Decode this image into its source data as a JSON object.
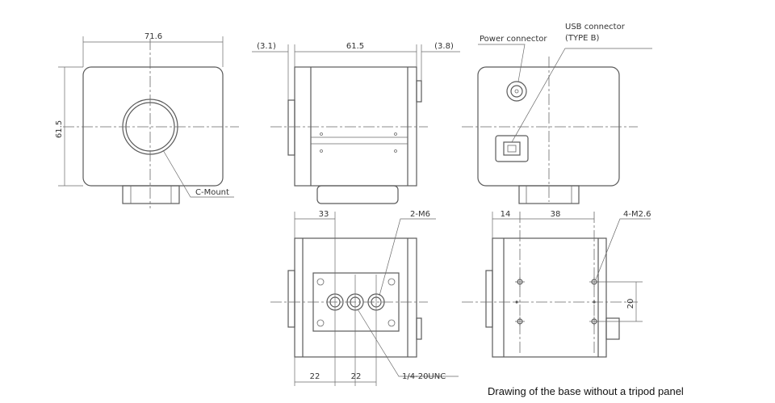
{
  "labels": {
    "front_width": "71.6",
    "front_height": "61.5",
    "c_mount": "C-Mount",
    "side_left": "(3.1)",
    "side_width": "61.5",
    "side_right": "(3.8)",
    "power_connector": "Power connector",
    "usb_connector": "USB connector",
    "usb_type": "(TYPE B)",
    "bottom_33": "33",
    "bottom_m6": "2-M6",
    "bottom_22a": "22",
    "bottom_22b": "22",
    "bottom_unc": "1/4-20UNC",
    "base_14": "14",
    "base_38": "38",
    "base_m26": "4-M2.6",
    "base_20": "20",
    "caption": "Drawing of the base without a tripod panel"
  }
}
